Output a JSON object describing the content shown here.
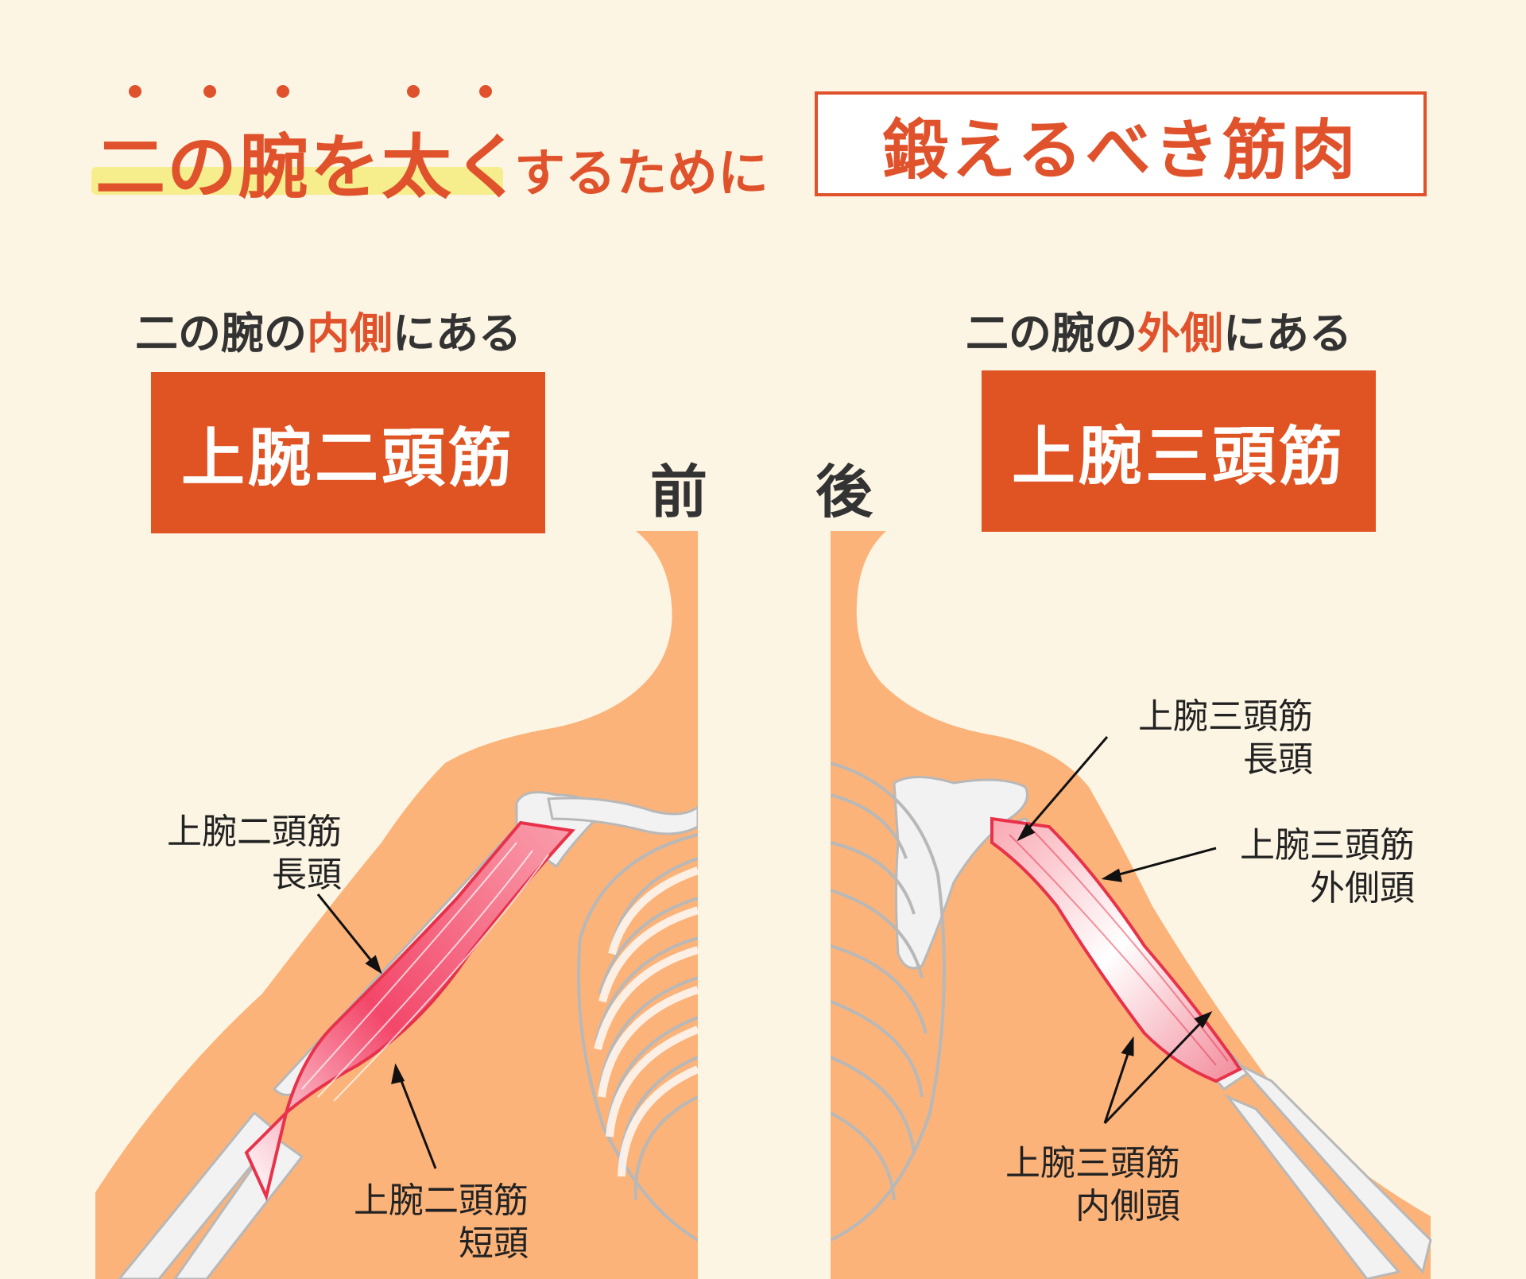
{
  "title": {
    "emphasis_text": "二の腕を太く",
    "connector_text": "するために",
    "boxed_text": "鍛えるべき筋肉"
  },
  "front": {
    "heading_pre": "二の腕の",
    "heading_accent": "内側",
    "heading_post": "にある",
    "muscle_name": "上腕二頭筋",
    "view_label": "前",
    "callouts": [
      {
        "line1": "上腕二頭筋",
        "line2": "長頭"
      },
      {
        "line1": "上腕二頭筋",
        "line2": "短頭"
      }
    ]
  },
  "back": {
    "heading_pre": "二の腕の",
    "heading_accent": "外側",
    "heading_post": "にある",
    "muscle_name": "上腕三頭筋",
    "view_label": "後",
    "callouts": [
      {
        "line1": "上腕三頭筋",
        "line2": "長頭"
      },
      {
        "line1": "上腕三頭筋",
        "line2": "外側頭"
      },
      {
        "line1": "上腕三頭筋",
        "line2": "内側頭"
      }
    ]
  },
  "colors": {
    "background": "#fdf5e4",
    "accent": "#e0522b",
    "muscle_box": "#e05322",
    "skin": "#fbb37a",
    "bone": "#f2f2f2",
    "bone_outline": "#b8b8b8",
    "muscle": "#e8324a",
    "highlight": "#f6ee8c"
  }
}
